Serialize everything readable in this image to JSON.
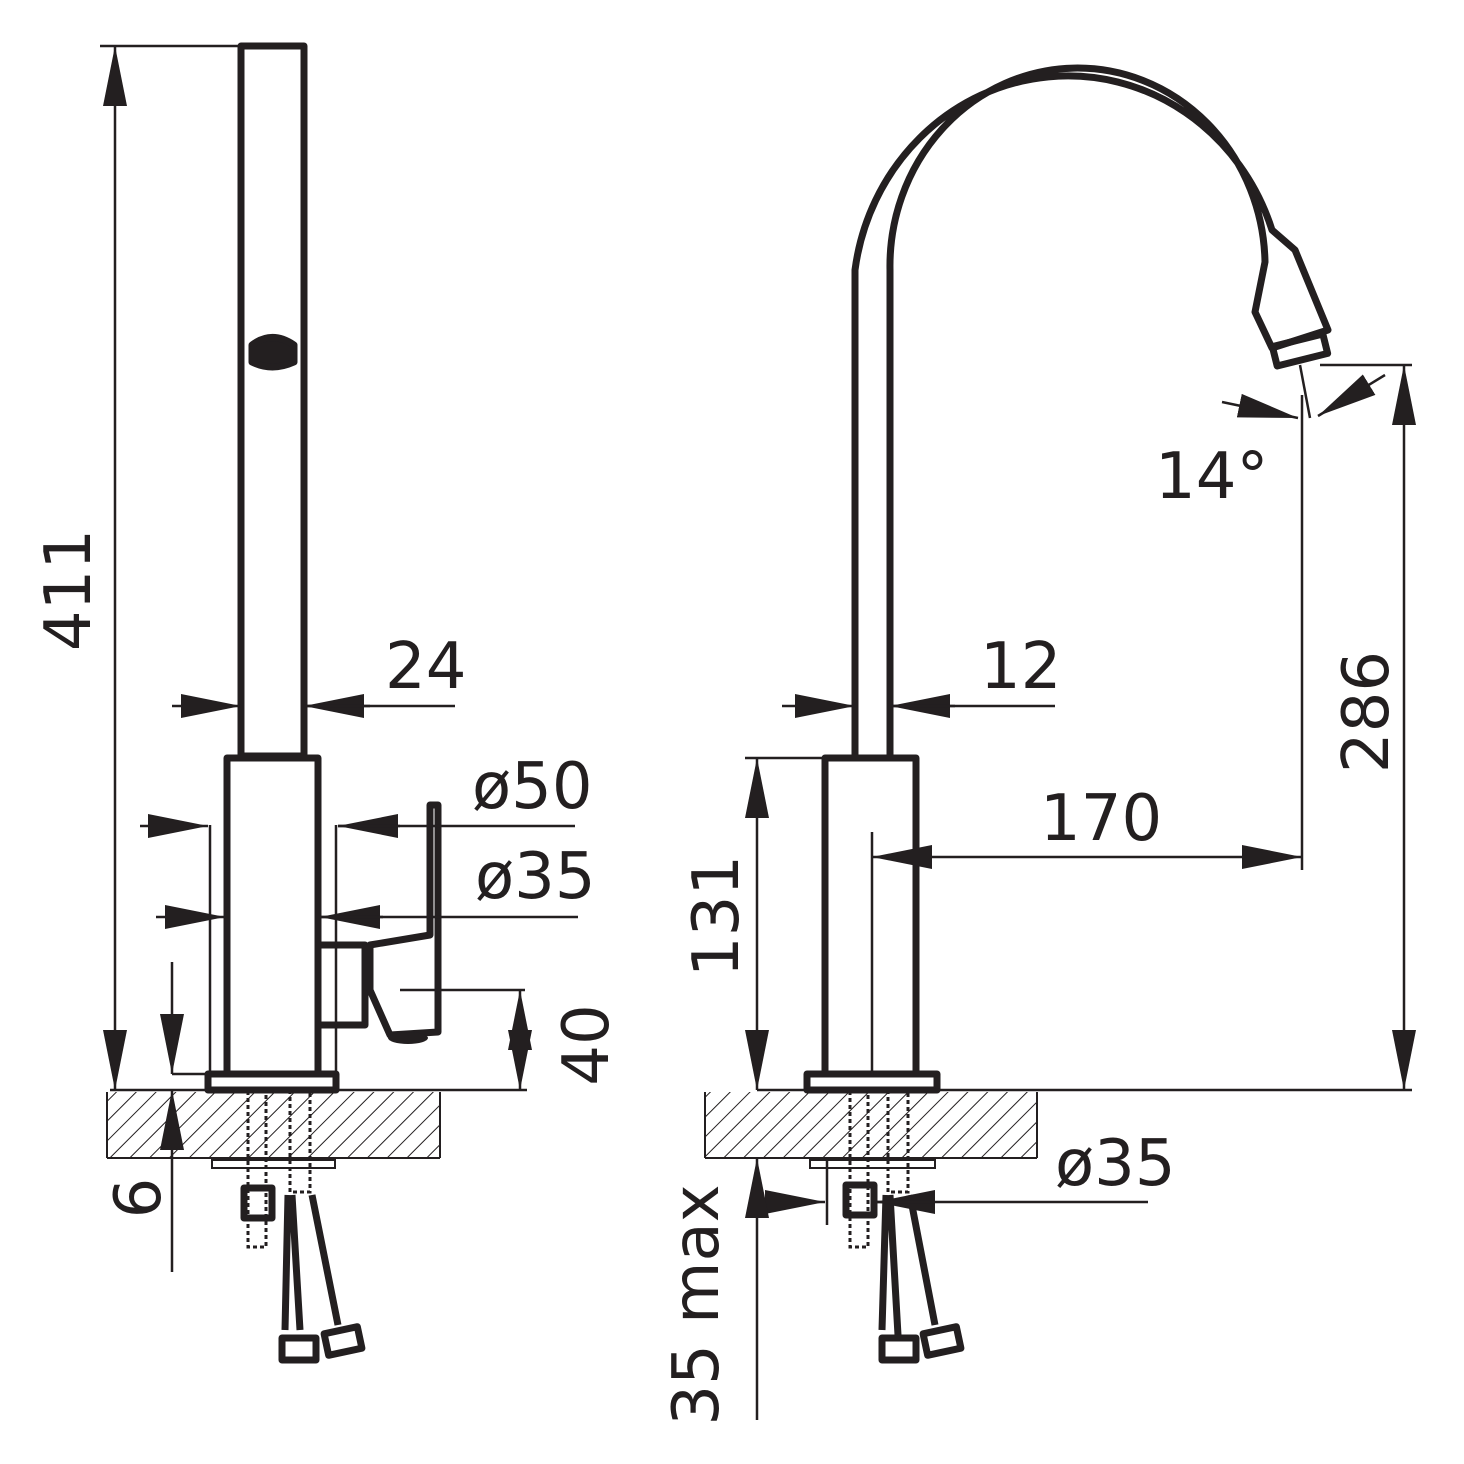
{
  "drawing": {
    "left_view": {
      "total_height": "411",
      "spout_width": "24",
      "body_diameter": "ø50",
      "inner_diameter": "ø35",
      "lever_height": "40",
      "base_thickness": "6"
    },
    "right_view": {
      "tube_width": "12",
      "reach": "170",
      "body_height": "131",
      "spout_height": "286",
      "spout_angle": "14°",
      "mount_diameter": "ø35",
      "counter_thickness": "35 max"
    },
    "colors": {
      "line": "#231f20",
      "background": "#ffffff"
    }
  }
}
